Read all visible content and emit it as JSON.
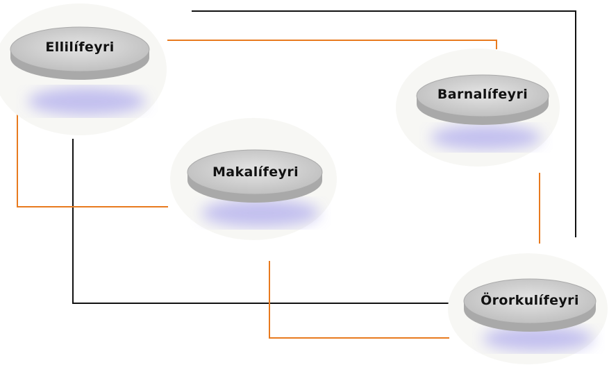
{
  "nodes": {
    "ellilifeyri": {
      "label": "Ellilífeyri"
    },
    "barnalifeyri": {
      "label": "Barnalífeyri"
    },
    "makalifeyri": {
      "label": "Makalífeyri"
    },
    "ororkulifeyri": {
      "label": "Örorkulífeyri"
    }
  },
  "colors": {
    "orange_connector": "#e87a1e",
    "black_connector": "#111111",
    "disc_fill": "#cfcfcf",
    "disc_shadow": "#b9b6ee"
  }
}
